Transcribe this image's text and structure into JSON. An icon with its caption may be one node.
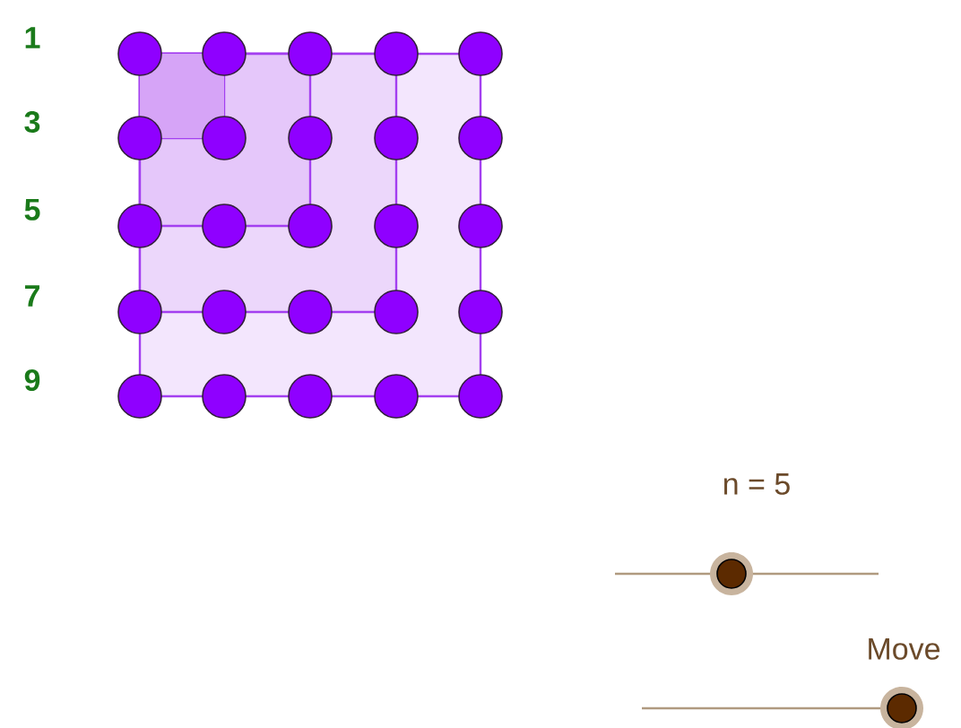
{
  "diagram": {
    "labels": [
      "1",
      "3",
      "5",
      "7",
      "9",
      "n = 5",
      "Move"
    ]
  }
}
